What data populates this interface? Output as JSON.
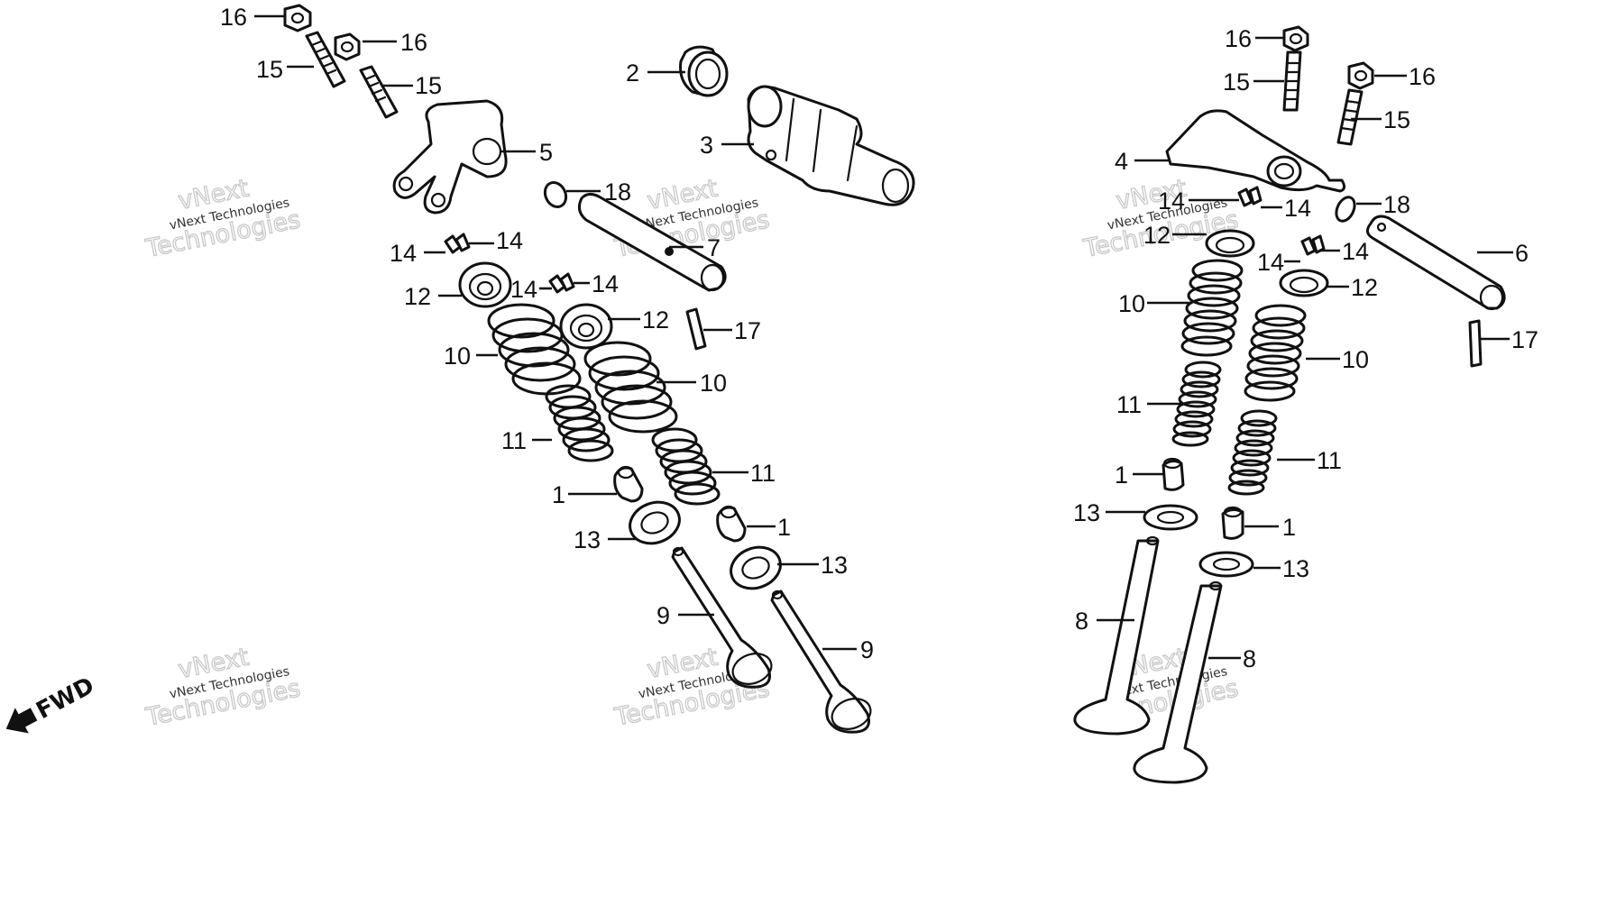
{
  "diagram": {
    "fwd_label": "FWD",
    "watermark": {
      "line1": "vNext Technologies",
      "line2a": "vNext",
      "line2b": "Technologies"
    },
    "callouts": {
      "nut": "16",
      "adjuster_screw": "15",
      "rocker_arm_exhaust": "5",
      "rocker_arm_intake": "4",
      "gasket": "2",
      "camshaft": "3",
      "oring": "18",
      "rocker_shaft_exhaust": "7",
      "rocker_shaft_intake": "6",
      "cotter": "14",
      "retainer": "12",
      "pin": "17",
      "outer_spring": "10",
      "inner_spring": "11",
      "stem_seal": "1",
      "spring_seat": "13",
      "exhaust_valve": "9",
      "intake_valve": "8"
    }
  }
}
